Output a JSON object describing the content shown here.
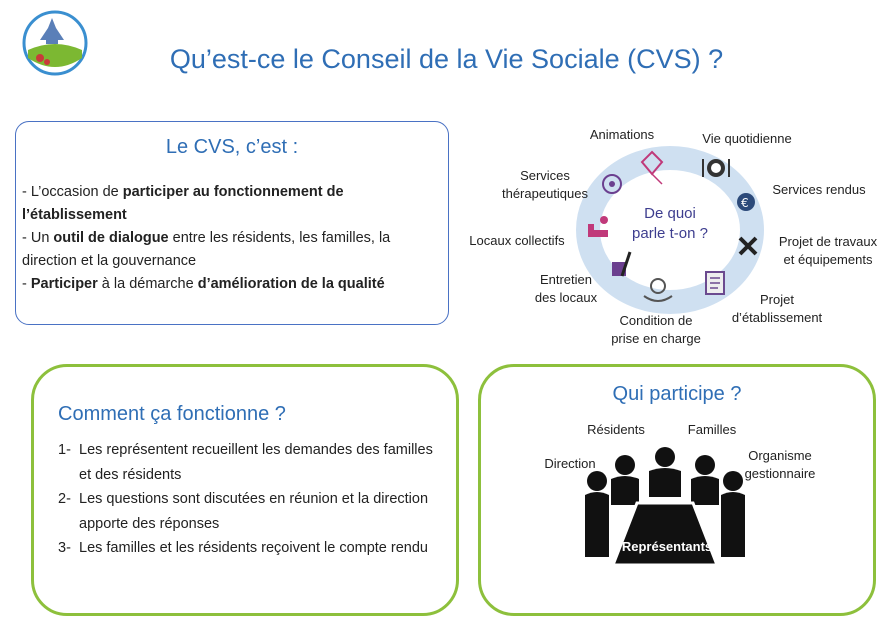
{
  "page": {
    "title": "Qu’est-ce le Conseil de la Vie Sociale (CVS) ?"
  },
  "box1": {
    "title": "Le CVS, c’est :",
    "items": [
      {
        "prefix": "-   L’occasion de ",
        "bold": "participer au fonctionnement de l’établissement",
        "suffix": ""
      },
      {
        "prefix": "-   Un ",
        "bold": "outil de dialogue",
        "suffix": " entre les résidents, les familles, la direction et la gouvernance"
      },
      {
        "prefix": "-   ",
        "bold": "Participer",
        "suffix": " à la démarche ",
        "bold2": "d’amélioration de la qualité"
      }
    ]
  },
  "wheel": {
    "center_line1": "De quoi",
    "center_line2": "parle t-on ?",
    "topics": {
      "animations": "Animations",
      "vie_quotidienne": "Vie quotidienne",
      "services_rendus": "Services rendus",
      "travaux_line1": "Projet de travaux",
      "travaux_line2": "et équipements",
      "projet_line1": "Projet",
      "projet_line2": "d’établissement",
      "condition_line1": "Condition de",
      "condition_line2": "prise en charge",
      "entretien_line1": "Entretien",
      "entretien_line2": "des locaux",
      "locaux": "Locaux collectifs",
      "therap_line1": "Services",
      "therap_line2": "thérapeutiques"
    }
  },
  "box2": {
    "title": "Comment ça fonctionne ?",
    "items": [
      {
        "num": "1-",
        "text": "Les représentent recueillent les demandes des familles et des résidents"
      },
      {
        "num": "2-",
        "text": "Les questions sont discutées en réunion et la direction apporte des réponses"
      },
      {
        "num": "3-",
        "text": "Les familles et les résidents reçoivent le compte rendu"
      }
    ]
  },
  "box3": {
    "title": "Qui participe ?",
    "labels": {
      "residents": "Résidents",
      "familles": "Familles",
      "direction": "Direction",
      "organisme_line1": "Organisme",
      "organisme_line2": "gestionnaire",
      "representants": "Représentants"
    }
  },
  "colors": {
    "title_blue": "#2f6eb5",
    "box_blue_border": "#4a72c4",
    "box_green_border": "#8dc03c",
    "ring": "#cfe0f1",
    "wheel_text": "#3e3e8f"
  }
}
